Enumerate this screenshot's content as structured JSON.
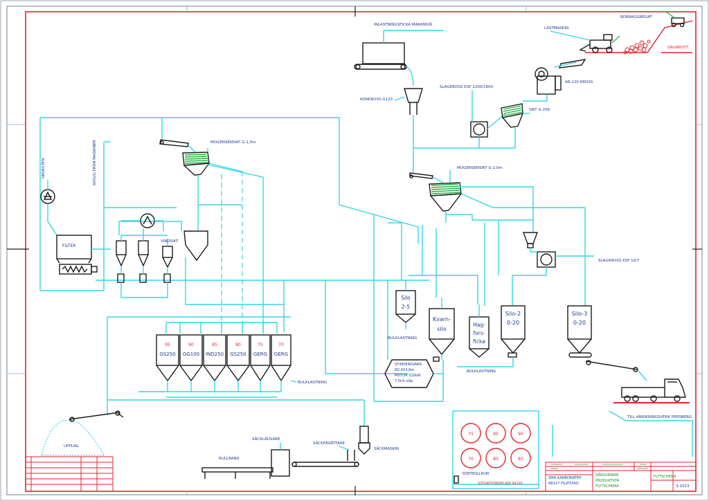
{
  "labels": {
    "inlastningsficka": "INLASTNINGSFICKA MARKNIVÅ",
    "borraggregat": "BORRAGGREGAT",
    "lastmaskin": "LASTMASKIN",
    "dagbrott": "DAGBROTT",
    "ar_kross": "AR-120 KROSS",
    "konkross": "KONKROSS G120",
    "slagkross_ksp": "SLAGKROSS KSP 1200/1800",
    "sikt": "SIKT G-256",
    "mogensensikt_15": "MOGENSENSIKT G-1,5m",
    "mogensensikt_20": "MOGENSENSIKT G-2,0m",
    "skorsten": "SKORSTEN",
    "avsug": "AVSUG FRÅN MASKINER",
    "filter": "FILTER",
    "vindsikt": "VINDSIKT",
    "slagkross_ksf": "SLAGKROSS KSF 10/7",
    "bulklastning": "BULKLASTNING",
    "till_anrikningsverk": "TILL ANRIKNINGSVERK PERSBERG",
    "upplag": "UPPLAG",
    "rullbana": "RULLBANA",
    "sackladsare": "SÄCKLÄDSARE",
    "sackpasattare": "SÄCKPÅSÄTTARE",
    "sackmaskin": "SÄCKMASKIN",
    "kontrollrum": "KONTROLLRUM",
    "situationsplan": "SITUATIONSPLAN SILOS",
    "stimvernamn": [
      "STIMVERKVAKN",
      "Ø2,4X3,6m",
      "MOTOR 320kW",
      "7,5t/h slåp"
    ]
  },
  "silos_grp": [
    {
      "value": "95",
      "name": "GS250"
    },
    {
      "value": "90",
      "name": "GG100"
    },
    {
      "value": "85",
      "name": "IND250"
    },
    {
      "value": "80",
      "name": "GS250"
    },
    {
      "value": "75",
      "name": "GERG"
    },
    {
      "value": "70",
      "name": "GERG"
    }
  ],
  "silos_single": [
    {
      "l1": "Silo",
      "l2": "2-5"
    },
    {
      "l1": "Kvarn-",
      "l2": "silo"
    },
    {
      "l1": "Hag-",
      "l2": "fors-",
      "l3": "ficka"
    },
    {
      "l1": "Silo-2",
      "l2": "0-20"
    },
    {
      "l1": "Silo-3",
      "l2": "0-20"
    }
  ],
  "situation_plan": [
    "75",
    "95",
    "90",
    "70",
    "80",
    "85"
  ],
  "title_block": {
    "company": "SMA KARBONATEP",
    "address": "68227 FILIPSTAD",
    "project": [
      "SÄRSURNAM",
      "PRODUKTION",
      "FLYTSCHEMA"
    ],
    "drawing_no": "3-1023",
    "flytschema": "FLYTSCHEMA"
  },
  "colors": {
    "frame": "#e8202a",
    "flow": "#33d6e6",
    "text": "#1e3a8a",
    "accent_green": "#20b040"
  }
}
